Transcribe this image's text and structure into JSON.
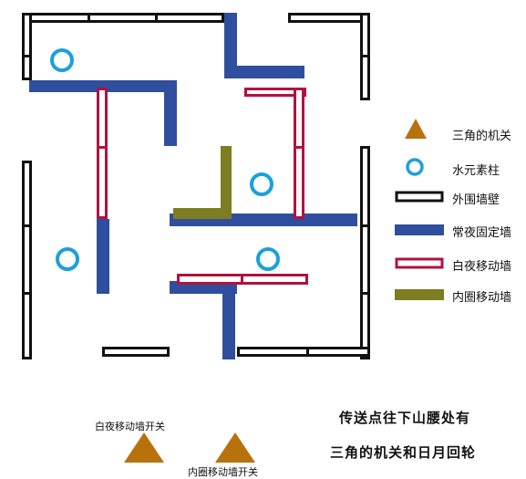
{
  "colors": {
    "outer_wall": "#111111",
    "fixed_wall": "#2f4f9e",
    "day_night_wall": "#b0133f",
    "inner_ring_wall": "#7d7d22",
    "triangle": "#b8720c",
    "pillar": "#1aa0dd"
  },
  "legend": {
    "triangle_switch": {
      "label": "三角的机关",
      "icon": "brown-triangle-icon"
    },
    "water_pillar": {
      "label": "水元素柱",
      "icon": "blue-ring-icon"
    },
    "outer_wall": {
      "label": "外围墙壁",
      "icon": "black-outline-bar-icon"
    },
    "fixed_wall": {
      "label": "常夜固定墙",
      "icon": "blue-bar-icon"
    },
    "day_night_wall": {
      "label": "白夜移动墙",
      "icon": "red-outline-bar-icon"
    },
    "inner_ring_wall": {
      "label": "内圈移动墙",
      "icon": "olive-bar-icon"
    }
  },
  "switches": {
    "day_night_switch_label": "白夜移动墙开关",
    "inner_ring_switch_label": "内圈移动墙开关"
  },
  "note": {
    "line1": "传送点往下山腰处有",
    "line2": "三角的机关和日月回轮"
  }
}
